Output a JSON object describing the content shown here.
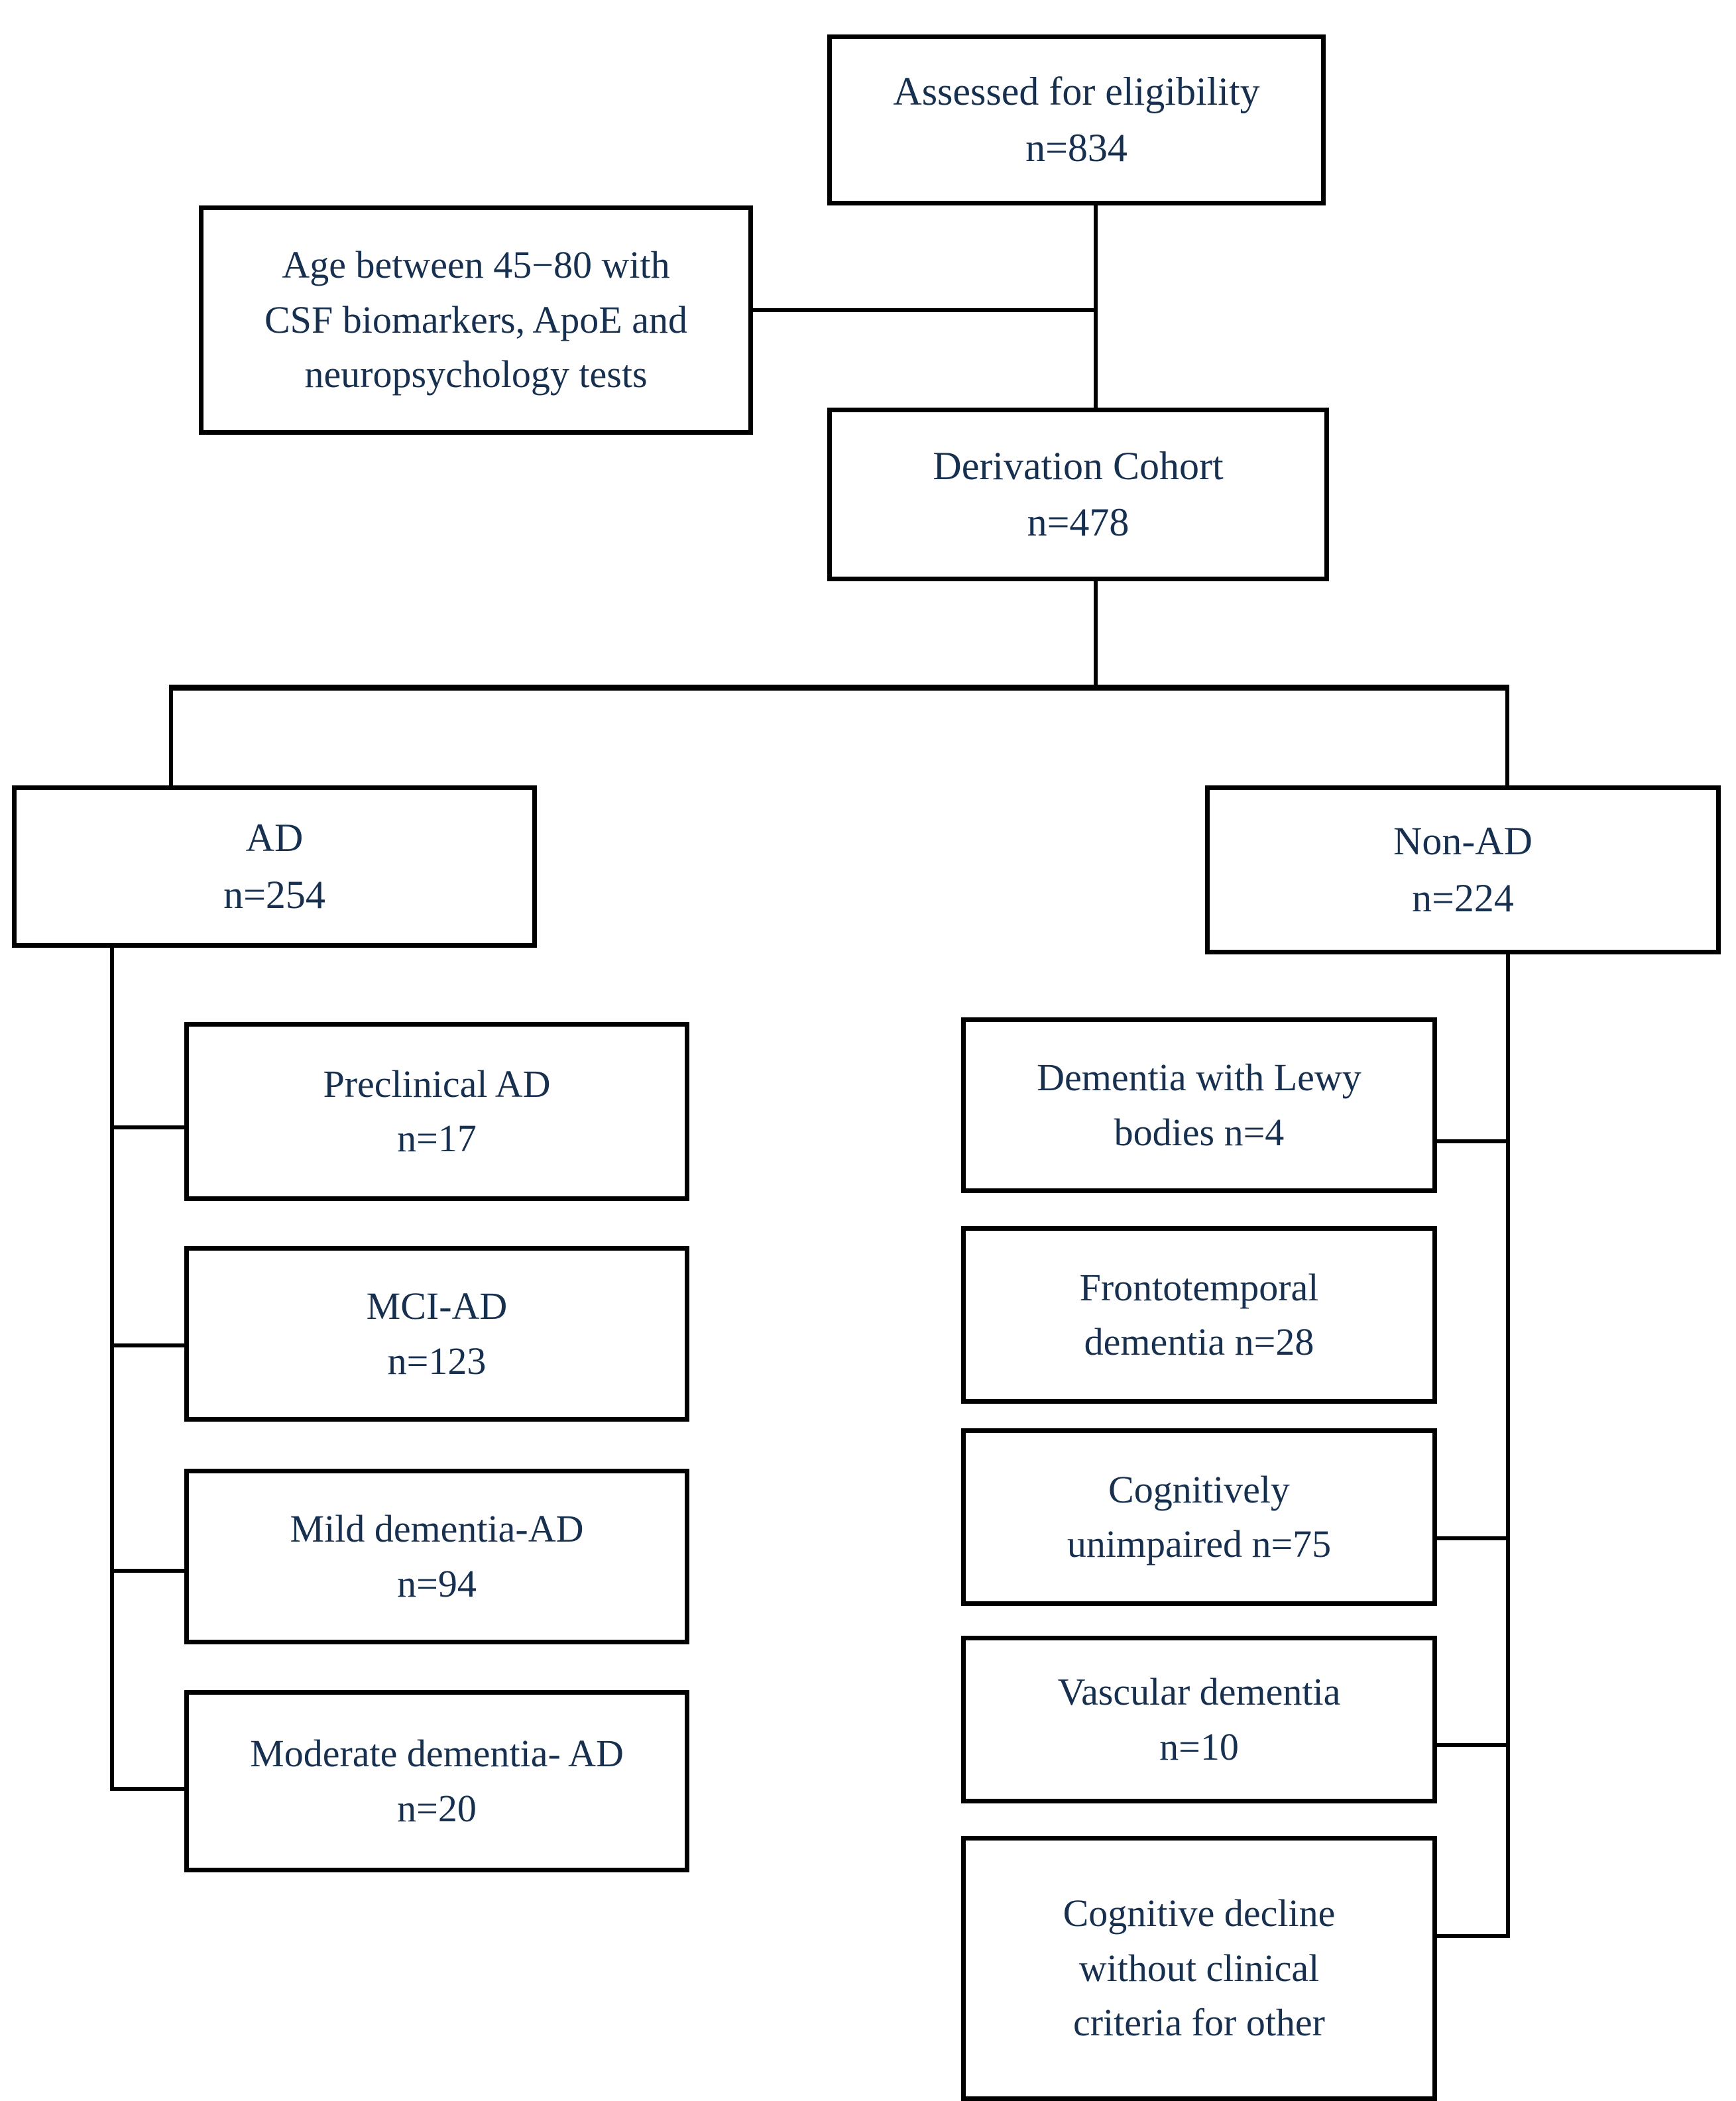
{
  "diagram": {
    "type": "flowchart",
    "title": "Study participant selection flow",
    "text_color": "#17304f",
    "line_color": "#000000",
    "background": "#ffffff",
    "nodes": {
      "assessed": {
        "line1": "Assessed for eligibility",
        "line2": "n=834",
        "label": "Assessed for eligibility",
        "count": 834
      },
      "criteria": {
        "line1": "Age between 45−80 with",
        "line2": "CSF biomarkers, ApoE and",
        "line3": "neuropsychology tests"
      },
      "derivation": {
        "line1": "Derivation Cohort",
        "line2": "n=478",
        "label": "Derivation Cohort",
        "count": 478
      },
      "ad": {
        "line1": "AD",
        "line2": "n=254",
        "label": "AD",
        "count": 254
      },
      "nonad": {
        "line1": "Non-AD",
        "line2": "n=224",
        "label": "Non-AD",
        "count": 224
      },
      "preclinical_ad": {
        "line1": "Preclinical AD",
        "line2": "n=17",
        "label": "Preclinical AD",
        "count": 17
      },
      "mci_ad": {
        "line1": "MCI-AD",
        "line2": "n=123",
        "label": "MCI-AD",
        "count": 123
      },
      "mild_dementia_ad": {
        "line1": "Mild dementia-AD",
        "line2": "n=94",
        "label": "Mild dementia-AD",
        "count": 94
      },
      "moderate_dementia_ad": {
        "line1": "Moderate dementia- AD",
        "line2": "n=20",
        "label": "Moderate dementia- AD",
        "count": 20
      },
      "lewy": {
        "line1": "Dementia with Lewy",
        "line2": "bodies n=4",
        "label": "Dementia with Lewy bodies",
        "count": 4
      },
      "ftd": {
        "line1": "Frontotemporal",
        "line2": "dementia n=28",
        "label": "Frontotemporal dementia",
        "count": 28
      },
      "cognitively_unimpaired": {
        "line1": "Cognitively",
        "line2": "unimpaired n=75",
        "label": "Cognitively unimpaired",
        "count": 75
      },
      "vascular": {
        "line1": "Vascular dementia",
        "line2": "n=10",
        "label": "Vascular dementia",
        "count": 10
      },
      "cognitive_decline": {
        "line1": "Cognitive decline",
        "line2": "without clinical",
        "line3": "criteria for other",
        "label": "Cognitive decline without clinical criteria for other"
      }
    }
  }
}
